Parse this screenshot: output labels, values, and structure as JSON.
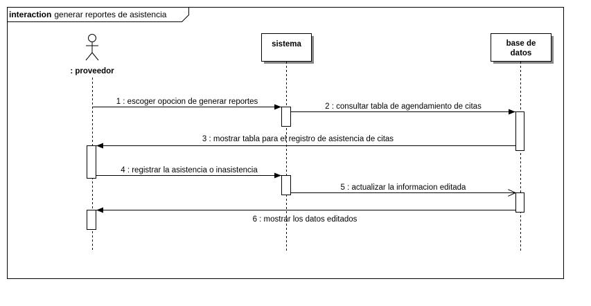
{
  "frame": {
    "keyword": "interaction",
    "name": "generar reportes de asistencia"
  },
  "lifelines": {
    "actor": {
      "label": ": proveedor"
    },
    "sistema": {
      "label": "sistema"
    },
    "bd": {
      "line1": "base de",
      "line2": "datos"
    }
  },
  "messages": [
    {
      "label": "1 : escoger opocion de generar reportes"
    },
    {
      "label": "2 : consultar tabla  de agendamiento de citas"
    },
    {
      "label": "3 : mostrar tabla para el registro de asistencia de citas"
    },
    {
      "label": "4 : registrar la asistencia o inasistencia"
    },
    {
      "label": "5 : actualizar la informacion editada"
    },
    {
      "label": "6 : mostrar los datos editados"
    }
  ]
}
